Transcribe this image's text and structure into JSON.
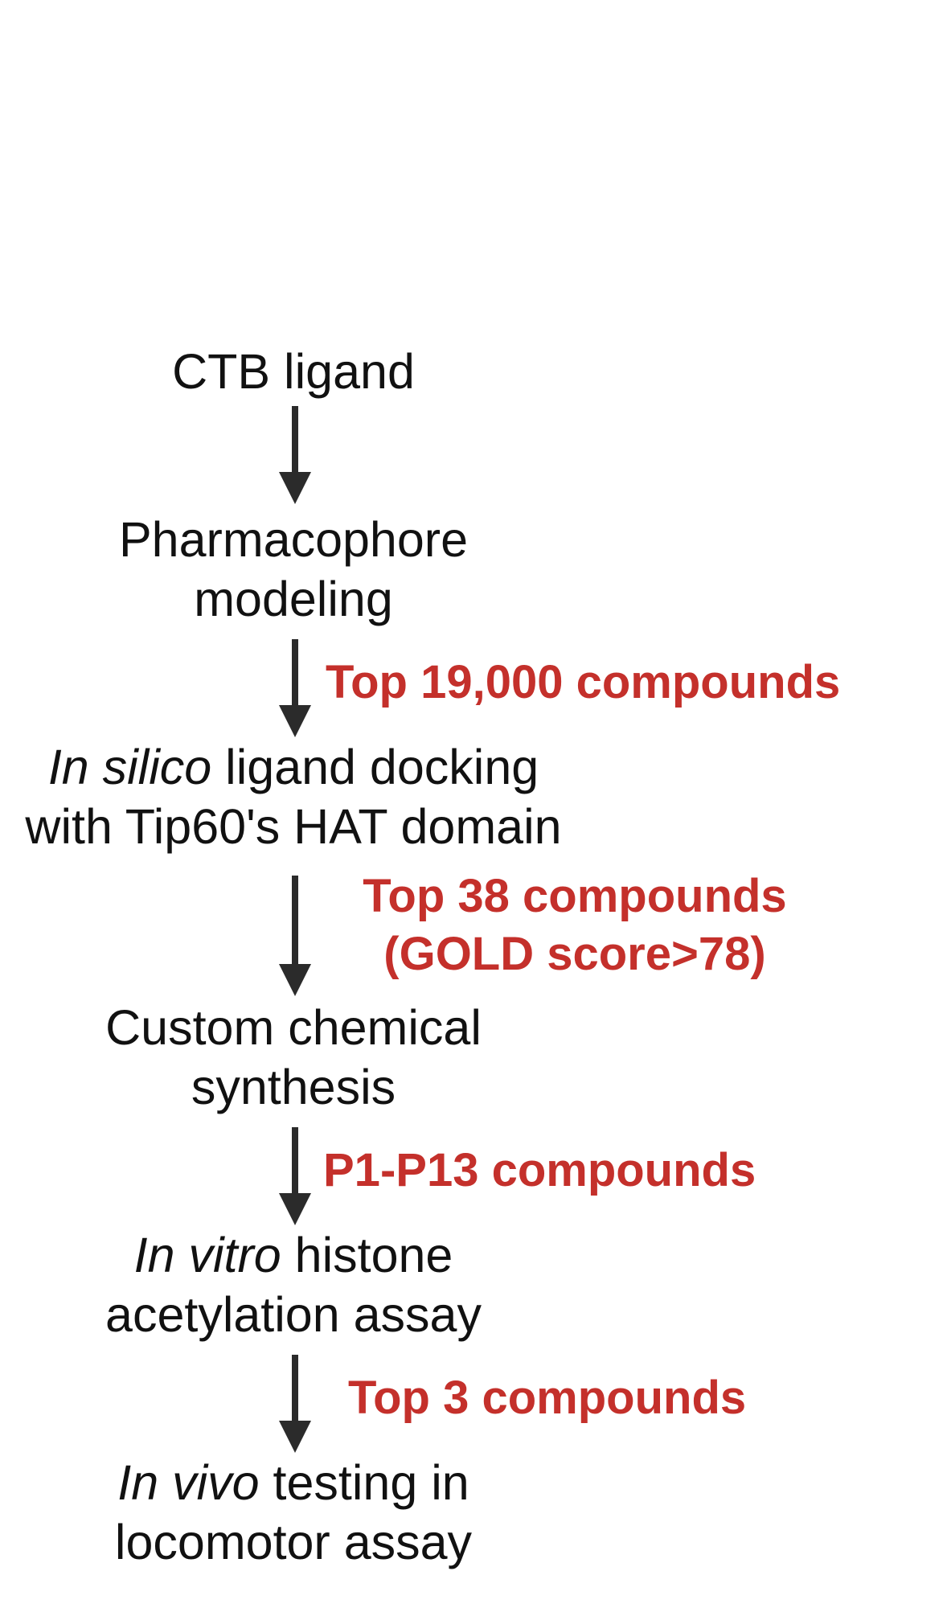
{
  "colors": {
    "text": "#111111",
    "arrow": "#2b2b2b",
    "filter_text": "#c4302b",
    "background": "#ffffff"
  },
  "steps": [
    {
      "id": "ctb-ligand",
      "lines": [
        {
          "italic": "",
          "rest": "CTB ligand"
        }
      ]
    },
    {
      "id": "pharmacophore-modeling",
      "lines": [
        {
          "italic": "",
          "rest": "Pharmacophore"
        },
        {
          "italic": "",
          "rest": "modeling"
        }
      ]
    },
    {
      "id": "in-silico-docking",
      "lines": [
        {
          "italic": "In silico",
          "rest": " ligand docking"
        },
        {
          "italic": "",
          "rest": "with Tip60's HAT domain"
        }
      ]
    },
    {
      "id": "custom-synthesis",
      "lines": [
        {
          "italic": "",
          "rest": "Custom chemical"
        },
        {
          "italic": "",
          "rest": "synthesis"
        }
      ]
    },
    {
      "id": "in-vitro-assay",
      "lines": [
        {
          "italic": "In vitro",
          "rest": " histone"
        },
        {
          "italic": "",
          "rest": "acetylation assay"
        }
      ]
    },
    {
      "id": "in-vivo-testing",
      "lines": [
        {
          "italic": "In vivo",
          "rest": " testing in"
        },
        {
          "italic": "",
          "rest": "locomotor assay"
        }
      ]
    }
  ],
  "filters": [
    {
      "lines": []
    },
    {
      "lines": [
        "Top 19,000 compounds"
      ]
    },
    {
      "lines": [
        "Top 38 compounds",
        "(GOLD score>78)"
      ]
    },
    {
      "lines": [
        "P1-P13 compounds"
      ]
    },
    {
      "lines": [
        "Top 3 compounds"
      ]
    }
  ]
}
